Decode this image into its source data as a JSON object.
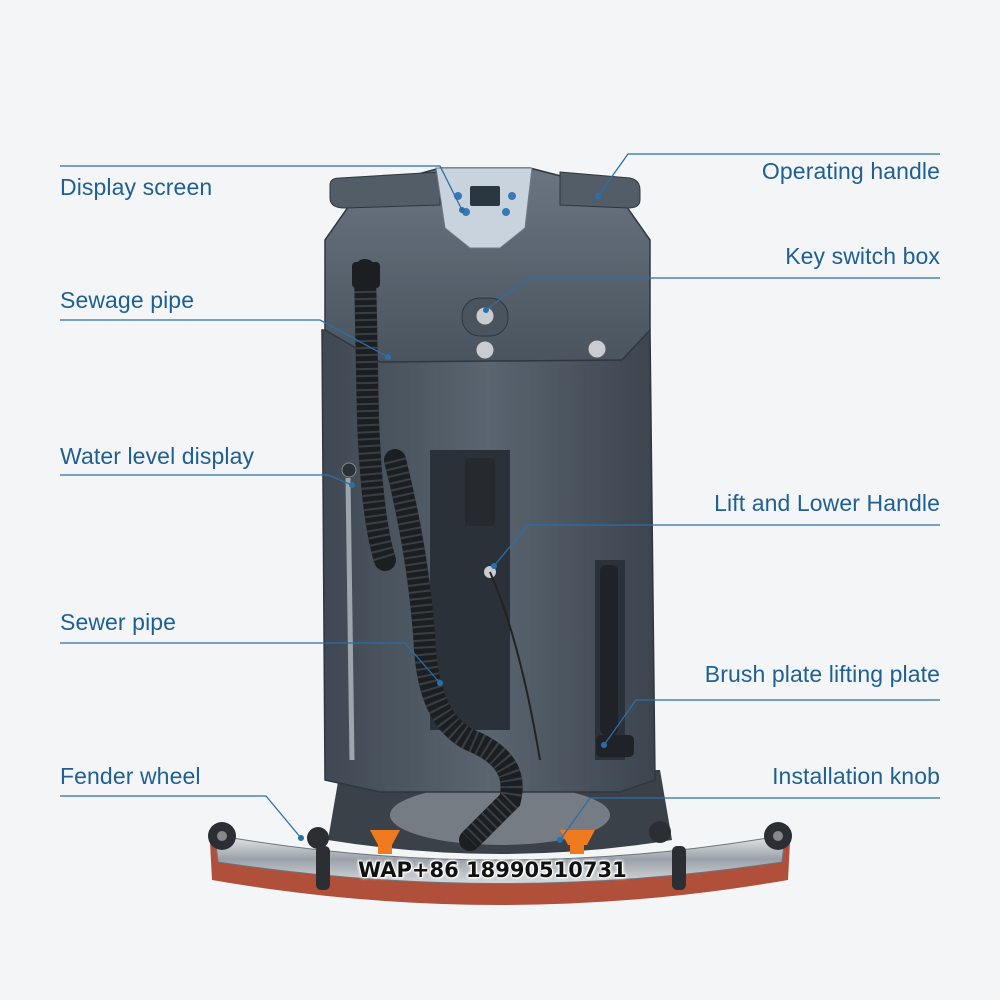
{
  "callouts": {
    "display_screen": "Display screen",
    "operating_handle": "Operating handle",
    "key_switch_box": "Key switch box",
    "sewage_pipe": "Sewage pipe",
    "water_level_display": "Water level display",
    "lift_lower_handle": "Lift and Lower Handle",
    "sewer_pipe": "Sewer pipe",
    "brush_plate_lifting_plate": "Brush plate lifting plate",
    "fender_wheel": "Fender wheel",
    "installation_knob": "Installation knob"
  },
  "watermark": "WAP+86 18990510731",
  "colors": {
    "callout_text": "#1f5f92",
    "leader_line": "#2a6fa8",
    "machine_body": "#4f5a66",
    "squeegee_blade": "#b0503a",
    "knob_accent": "#f07a1e"
  }
}
